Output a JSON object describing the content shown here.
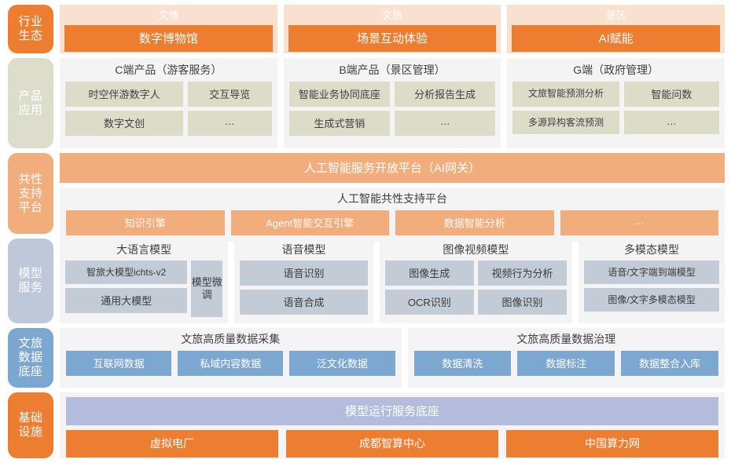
{
  "layers": {
    "industry": {
      "band": [
        "行业",
        "生态"
      ],
      "cards": [
        {
          "title": "文博",
          "main": "数字博物馆"
        },
        {
          "title": "文旅",
          "main": "场景互动体验"
        },
        {
          "title": "景区",
          "main": "AI赋能"
        }
      ]
    },
    "product": {
      "band": [
        "产品",
        "应用"
      ],
      "cards": [
        {
          "title": "C端产品（游客服务）",
          "row1": [
            "时空伴游数字人",
            "交互导览"
          ],
          "row2": [
            "数字文创",
            "…"
          ]
        },
        {
          "title": "B端产品（景区管理）",
          "row1": [
            "智能业务协同底座",
            "分析报告生成"
          ],
          "row2": [
            "生成式营销",
            "…"
          ]
        },
        {
          "title": "G端（政府管理）",
          "row1": [
            "文旅智能预测分析",
            "智能问数"
          ],
          "row2": [
            "多源异构客流预测",
            "…"
          ]
        }
      ]
    },
    "support": {
      "band": [
        "共性",
        "支持",
        "平台"
      ],
      "gateway": "人工智能服务开放平台（AI网关）",
      "platform_title": "人工智能共性支持平台",
      "engines": [
        "知识引擎",
        "Agent智能交互引擎",
        "数据智能分析",
        "…"
      ]
    },
    "model": {
      "band": [
        "模型",
        "服务"
      ],
      "cards": [
        {
          "title": "大语言模型",
          "items": [
            "智旅大模型ichts-v2",
            "通用大模型"
          ],
          "side": "模型微调"
        },
        {
          "title": "语音模型",
          "items": [
            "语音识别",
            "语音合成"
          ]
        },
        {
          "title": "图像视频模型",
          "col1": [
            "图像生成",
            "OCR识别"
          ],
          "col2": [
            "视频行为分析",
            "图像识别"
          ]
        },
        {
          "title": "多模态模型",
          "items": [
            "语音/文字端到端模型",
            "图像/文字多模态模型"
          ]
        }
      ]
    },
    "data": {
      "band": [
        "文旅",
        "数据",
        "底座"
      ],
      "cards": [
        {
          "title": "文旅高质量数据采集",
          "items": [
            "互联网数据",
            "私域内容数据",
            "泛文化数据"
          ]
        },
        {
          "title": "文旅高质量数据治理",
          "items": [
            "数据清洗",
            "数据标注",
            "数据整合入库"
          ]
        }
      ]
    },
    "infra": {
      "band": [
        "基础",
        "设施"
      ],
      "runtime": "模型运行服务底座",
      "items": [
        "虚拟电厂",
        "成都智算中心",
        "中国算力网"
      ]
    }
  },
  "colors": {
    "orange": "#ED7D31",
    "light_orange": "#F2AD7C",
    "peach": "#FAE0CE",
    "olive_band": "#DDDDCC",
    "olive_chip": "#DCDCC8",
    "blue_gray_band": "#BFC8DA",
    "gray_chip": "#C3CBD6",
    "blue": "#7BA7D0",
    "periwinkle": "#B4BCDC",
    "panel": "#F4F4F4"
  }
}
